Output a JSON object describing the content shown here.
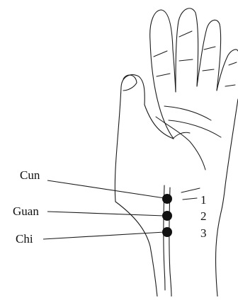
{
  "points": [
    {
      "name": "Cun",
      "number": "1"
    },
    {
      "name": "Guan",
      "number": "2"
    },
    {
      "name": "Chi",
      "number": "3"
    }
  ],
  "colors": {
    "ink": "#111111",
    "background": "#ffffff"
  }
}
